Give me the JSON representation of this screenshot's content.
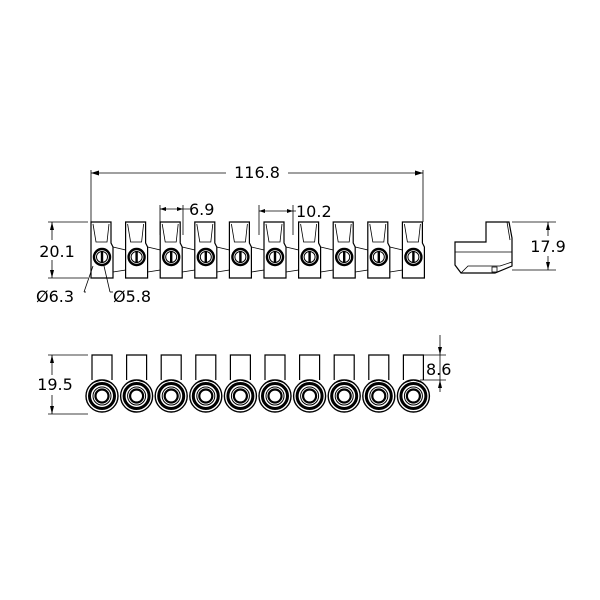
{
  "drawing": {
    "terminal_count": 10,
    "dimensions": {
      "overall_length": "116.8",
      "slot_width": "6.9",
      "pitch": "10.2",
      "front_height": "20.1",
      "outer_hole_diameter": "Ø6.3",
      "inner_hole_diameter": "Ø5.8",
      "side_height": "17.9",
      "bottom_height": "19.5",
      "collar_height": "8.6"
    }
  }
}
